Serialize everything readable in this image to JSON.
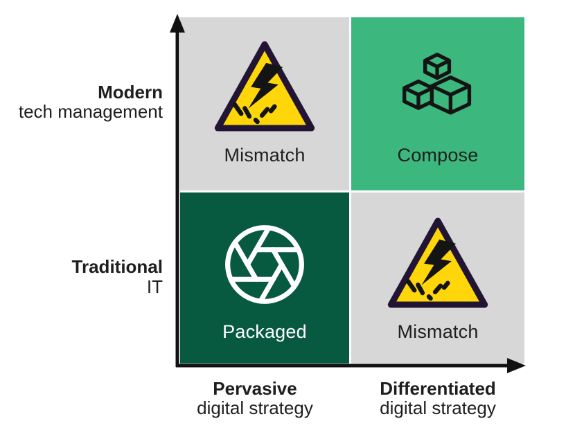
{
  "title": "Digital strategy vs technology management 2x2 matrix",
  "colors": {
    "quadrant_gray": "#d7d7d7",
    "quadrant_green": "#3cb77e",
    "quadrant_dark_green": "#07593f",
    "warning_yellow": "#ffd60a",
    "warning_border": "#221533",
    "axis_black": "#111111",
    "icon_dark": "#141414",
    "text_dark": "#1e1e1e",
    "text_light": "#ffffff"
  },
  "y_axis": {
    "top_label": {
      "emphasis": "Modern",
      "rest": "tech management"
    },
    "bottom_label": {
      "emphasis": "Traditional",
      "rest": "IT"
    }
  },
  "x_axis": {
    "left_label": {
      "emphasis": "Pervasive",
      "rest": "digital strategy"
    },
    "right_label": {
      "emphasis": "Differentiated",
      "rest": "digital strategy"
    }
  },
  "quadrants": {
    "top_left": {
      "label": "Mismatch",
      "icon": "electrical-hazard-warning-icon"
    },
    "top_right": {
      "label": "Compose",
      "icon": "building-blocks-cubes-icon"
    },
    "bottom_left": {
      "label": "Packaged",
      "icon": "aperture-icon"
    },
    "bottom_right": {
      "label": "Mismatch",
      "icon": "electrical-hazard-warning-icon"
    }
  }
}
